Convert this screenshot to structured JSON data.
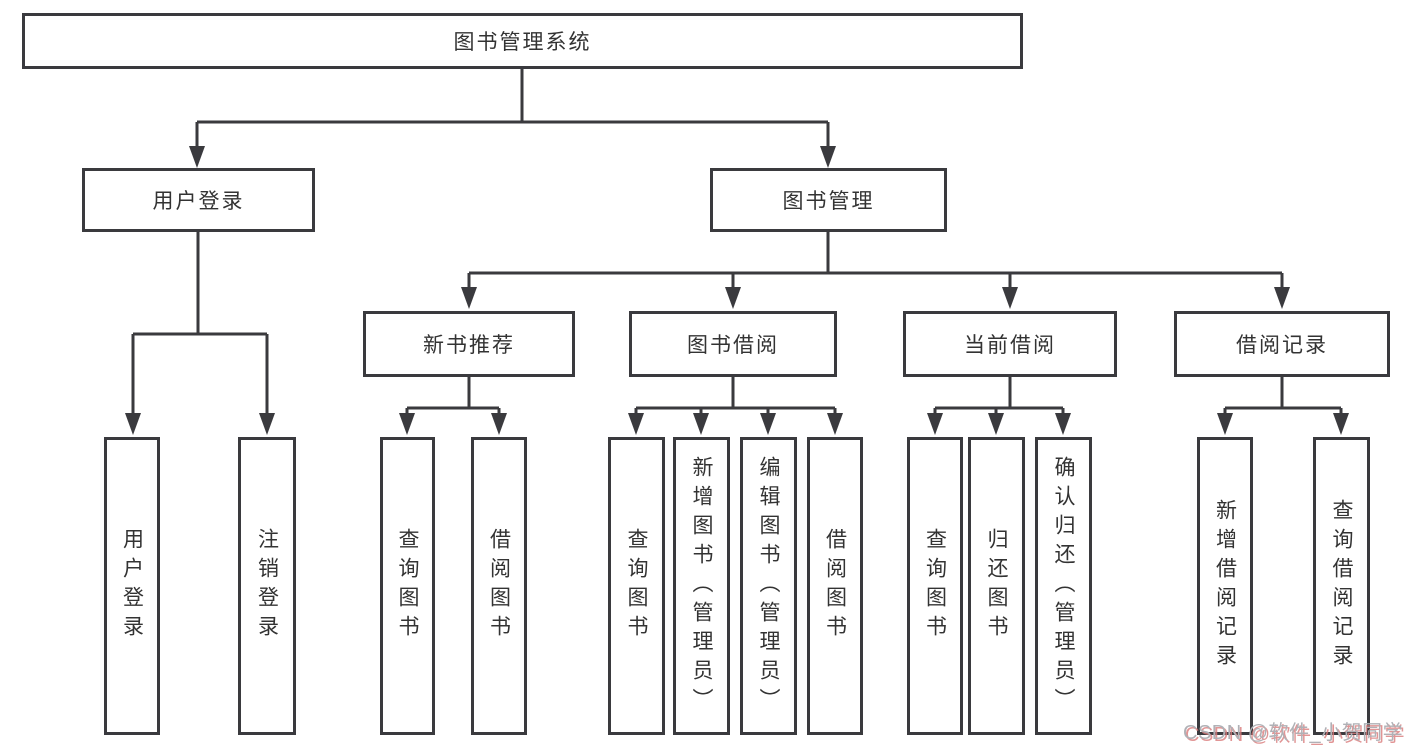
{
  "tree": {
    "label": "图书管理系统",
    "children": [
      {
        "label": "用户登录",
        "children": [
          {
            "label": "用户登录"
          },
          {
            "label": "注销登录"
          }
        ]
      },
      {
        "label": "图书管理",
        "children": [
          {
            "label": "新书推荐",
            "children": [
              {
                "label": "查询图书"
              },
              {
                "label": "借阅图书"
              }
            ]
          },
          {
            "label": "图书借阅",
            "children": [
              {
                "label": "查询图书"
              },
              {
                "label": "新增图书（管理员）"
              },
              {
                "label": "编辑图书（管理员）"
              },
              {
                "label": "借阅图书"
              }
            ]
          },
          {
            "label": "当前借阅",
            "children": [
              {
                "label": "查询图书"
              },
              {
                "label": "归还图书"
              },
              {
                "label": "确认归还（管理员）"
              }
            ]
          },
          {
            "label": "借阅记录",
            "children": [
              {
                "label": "新增借阅记录"
              },
              {
                "label": "查询借阅记录"
              }
            ]
          }
        ]
      }
    ]
  },
  "watermark": {
    "text": "CSDN @软件_小贺同学"
  },
  "colors": {
    "line": "#3a3a3e",
    "box_border": "#3a3a3e",
    "text": "#333333",
    "background": "#ffffff",
    "watermark_text": "#b0b1b6",
    "watermark_shadow": "#d97b7b"
  }
}
